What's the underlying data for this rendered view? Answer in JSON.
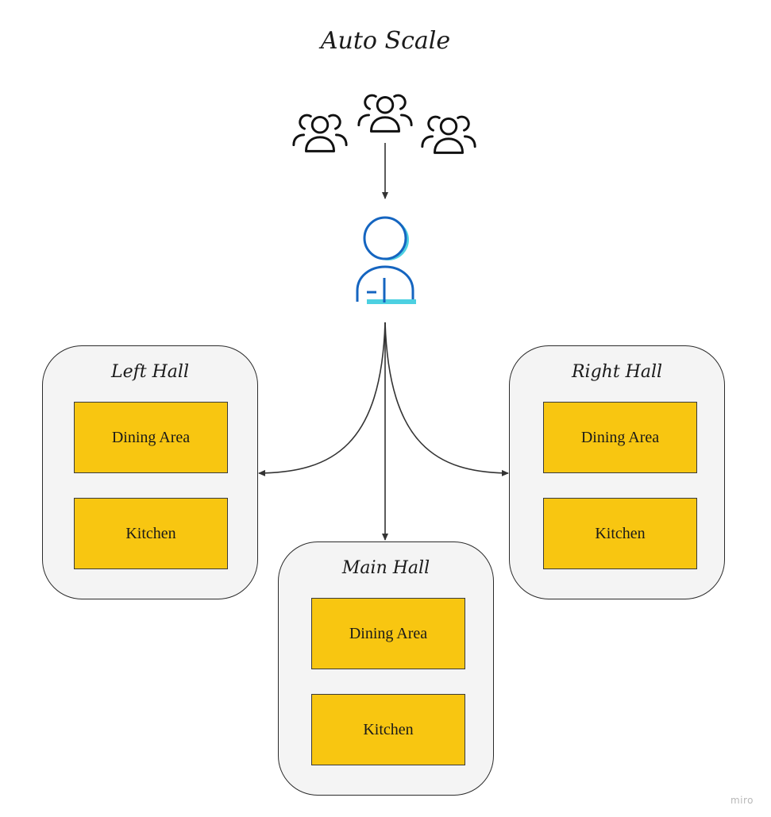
{
  "title": "Auto Scale",
  "users_icon": "users-group-icon",
  "host_icon": "host-person-icon",
  "colors": {
    "box_fill": "#f8c611",
    "hall_fill": "#f4f4f4",
    "host_blue": "#1565c0",
    "host_cyan": "#4dd0e1"
  },
  "halls": {
    "left": {
      "title": "Left Hall",
      "dining": "Dining Area",
      "kitchen": "Kitchen"
    },
    "main": {
      "title": "Main Hall",
      "dining": "Dining Area",
      "kitchen": "Kitchen"
    },
    "right": {
      "title": "Right Hall",
      "dining": "Dining Area",
      "kitchen": "Kitchen"
    }
  },
  "watermark": "miro"
}
